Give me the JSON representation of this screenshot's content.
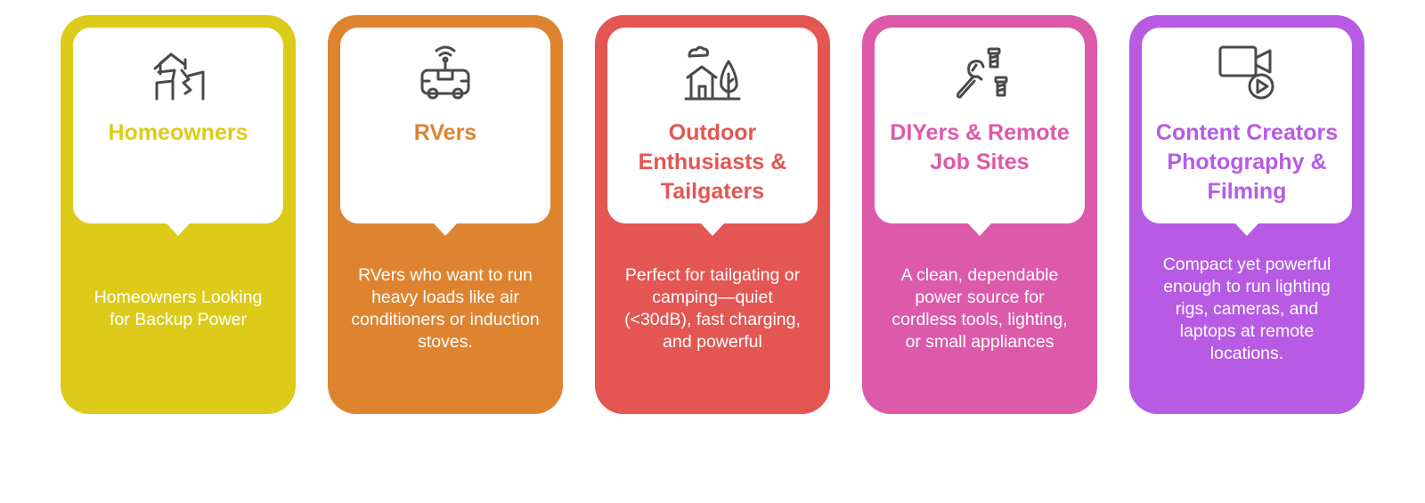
{
  "cards": [
    {
      "title": "Homeowners",
      "description": "Homeowners Looking for Backup Power",
      "icon": "broken-house-icon",
      "color": "#DDCB1A"
    },
    {
      "title": "RVers",
      "description": "RVers who want to run heavy loads like air conditioners or induction stoves.",
      "icon": "rv-antenna-icon",
      "color": "#DE8430"
    },
    {
      "title": "Outdoor Enthusiasts & Tailgaters",
      "description": "Perfect for tailgating or camping—quiet (<30dB), fast charging, and powerful",
      "icon": "house-tree-cloud-icon",
      "color": "#E45652"
    },
    {
      "title": "DIYers & Remote Job Sites",
      "description": "A clean, dependable power source for cordless tools, lighting, or small appliances",
      "icon": "wrench-bolts-icon",
      "color": "#DD59AA"
    },
    {
      "title": "Content Creators Photography & Filming",
      "description": "Compact yet powerful enough to run lighting rigs, cameras, and laptops at remote locations.",
      "icon": "video-camera-play-icon",
      "color": "#B75BE4"
    }
  ]
}
